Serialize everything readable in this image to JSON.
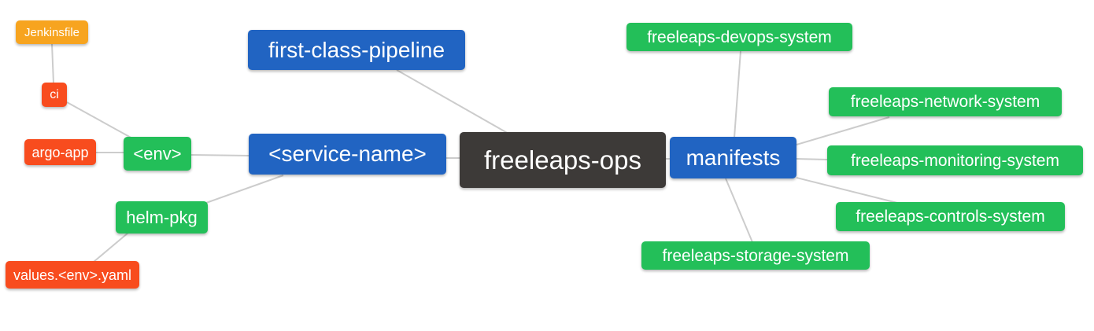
{
  "diagram": {
    "type": "mindmap",
    "background_color": "#ffffff",
    "connector_color": "#cccccc",
    "palette": {
      "root": "#3d3a38",
      "level1": "#2164c2",
      "level2": "#23bf59",
      "level3": "#f84c1e",
      "level4": "#f7a41f",
      "text": "#ffffff"
    },
    "nodes": {
      "freeleaps_ops": {
        "label": "freeleaps-ops",
        "level": "root"
      },
      "first_class_pipeline": {
        "label": "first-class-pipeline",
        "level": "1"
      },
      "service_name": {
        "label": "<service-name>",
        "level": "1"
      },
      "manifests": {
        "label": "manifests",
        "level": "1"
      },
      "env": {
        "label": "<env>",
        "level": "2"
      },
      "helm_pkg": {
        "label": "helm-pkg",
        "level": "2"
      },
      "argo_app": {
        "label": "argo-app",
        "level": "3"
      },
      "ci": {
        "label": "ci",
        "level": "3"
      },
      "values_env_yaml": {
        "label": "values.<env>.yaml",
        "level": "3"
      },
      "jenkinsfile": {
        "label": "Jenkinsfile",
        "level": "4"
      },
      "devops_system": {
        "label": "freeleaps-devops-system",
        "level": "2"
      },
      "network_system": {
        "label": "freeleaps-network-system",
        "level": "2"
      },
      "monitoring_system": {
        "label": "freeleaps-monitoring-system",
        "level": "2"
      },
      "controls_system": {
        "label": "freeleaps-controls-system",
        "level": "2"
      },
      "storage_system": {
        "label": "freeleaps-storage-system",
        "level": "2"
      }
    },
    "edges": [
      [
        "jenkinsfile",
        "ci"
      ],
      [
        "ci",
        "env"
      ],
      [
        "argo_app",
        "env"
      ],
      [
        "env",
        "service_name"
      ],
      [
        "helm_pkg",
        "service_name"
      ],
      [
        "values_env_yaml",
        "helm_pkg"
      ],
      [
        "first_class_pipeline",
        "freeleaps_ops"
      ],
      [
        "service_name",
        "freeleaps_ops"
      ],
      [
        "freeleaps_ops",
        "manifests"
      ],
      [
        "manifests",
        "devops_system"
      ],
      [
        "manifests",
        "network_system"
      ],
      [
        "manifests",
        "monitoring_system"
      ],
      [
        "manifests",
        "controls_system"
      ],
      [
        "manifests",
        "storage_system"
      ]
    ]
  }
}
